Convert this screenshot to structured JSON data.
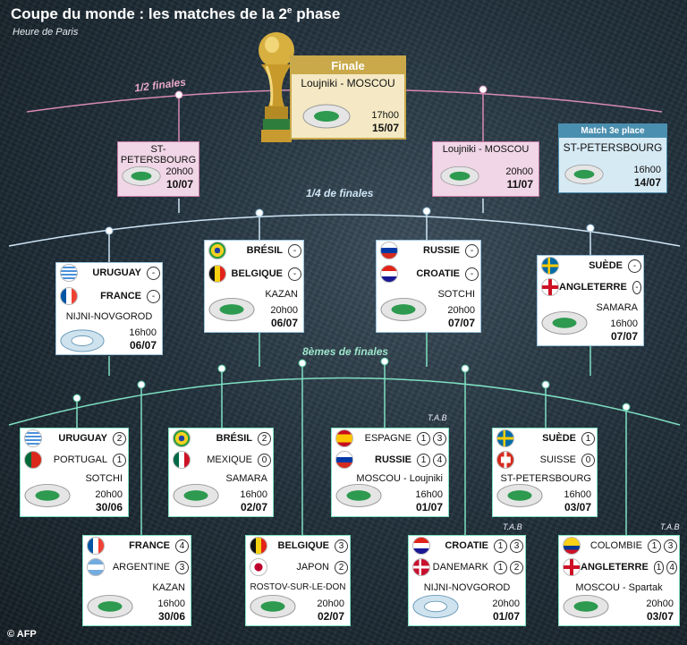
{
  "title": "Coupe du monde : les matches de la  2",
  "title_sup": "e",
  "title_end": " phase",
  "subtitle": "Heure de Paris",
  "stages": {
    "semi": "1/2 finales",
    "quarter": "1/4 de finales",
    "eighth": "8èmes de finales"
  },
  "tab_label": "T.A.B",
  "final": {
    "label": "Finale",
    "venue": "Loujniki - MOSCOU",
    "time": "17h00",
    "date": "15/07"
  },
  "semis": [
    {
      "venue": "ST-PETERSBOURG",
      "time": "20h00",
      "date": "10/07"
    },
    {
      "venue": "Loujniki - MOSCOU",
      "time": "20h00",
      "date": "11/07"
    }
  ],
  "third_place": {
    "label": "Match 3e place",
    "venue": "ST-PETERSBOURG",
    "time": "16h00",
    "date": "14/07"
  },
  "quarters": [
    {
      "team1": "URUGUAY",
      "s1": "-",
      "team2": "FRANCE",
      "s2": "-",
      "venue": "NIJNI-NOVGOROD",
      "time": "16h00",
      "date": "06/07"
    },
    {
      "team1": "BRÉSIL",
      "s1": "-",
      "team2": "BELGIQUE",
      "s2": "-",
      "venue": "KAZAN",
      "time": "20h00",
      "date": "06/07"
    },
    {
      "team1": "RUSSIE",
      "s1": "-",
      "team2": "CROATIE",
      "s2": "-",
      "venue": "SOTCHI",
      "time": "20h00",
      "date": "07/07"
    },
    {
      "team1": "SUÈDE",
      "s1": "-",
      "team2": "ANGLETERRE",
      "s2": "-",
      "venue": "SAMARA",
      "time": "16h00",
      "date": "07/07"
    }
  ],
  "eighths": [
    {
      "team1": "URUGUAY",
      "s1": "2",
      "team2": "PORTUGAL",
      "s2": "1",
      "venue": "SOTCHI",
      "time": "20h00",
      "date": "30/06"
    },
    {
      "team1": "BRÉSIL",
      "s1": "2",
      "team2": "MEXIQUE",
      "s2": "0",
      "venue": "SAMARA",
      "time": "16h00",
      "date": "02/07"
    },
    {
      "team1": "ESPAGNE",
      "s1": "1",
      "p1": "3",
      "team2": "RUSSIE",
      "s2": "1",
      "p2": "4",
      "venue": "MOSCOU - Loujniki",
      "time": "16h00",
      "date": "01/07"
    },
    {
      "team1": "SUÈDE",
      "s1": "1",
      "team2": "SUISSE",
      "s2": "0",
      "venue": "ST-PETERSBOURG",
      "time": "16h00",
      "date": "03/07"
    },
    {
      "team1": "FRANCE",
      "s1": "4",
      "team2": "ARGENTINE",
      "s2": "3",
      "venue": "KAZAN",
      "time": "16h00",
      "date": "30/06"
    },
    {
      "team1": "BELGIQUE",
      "s1": "3",
      "team2": "JAPON",
      "s2": "2",
      "venue": "ROSTOV-SUR-LE-DON",
      "time": "20h00",
      "date": "02/07"
    },
    {
      "team1": "CROATIE",
      "s1": "1",
      "p1": "3",
      "team2": "DANEMARK",
      "s2": "1",
      "p2": "2",
      "venue": "NIJNI-NOVGOROD",
      "time": "20h00",
      "date": "01/07"
    },
    {
      "team1": "COLOMBIE",
      "s1": "1",
      "p1": "3",
      "team2": "ANGLETERRE",
      "s2": "1",
      "p2": "4",
      "venue": "MOSCOU - Spartak",
      "time": "20h00",
      "date": "03/07"
    }
  ],
  "credit": "AFP",
  "colors": {
    "semi": "#f0d6e6",
    "semi_border": "#c87aa6",
    "final": "#f4e9c4",
    "final_border": "#c9a94a",
    "third": "#d6eaf4",
    "third_border": "#4b8fb0",
    "quarter_line": "#cfe6f6",
    "eighth_line": "#7fe0c2"
  }
}
